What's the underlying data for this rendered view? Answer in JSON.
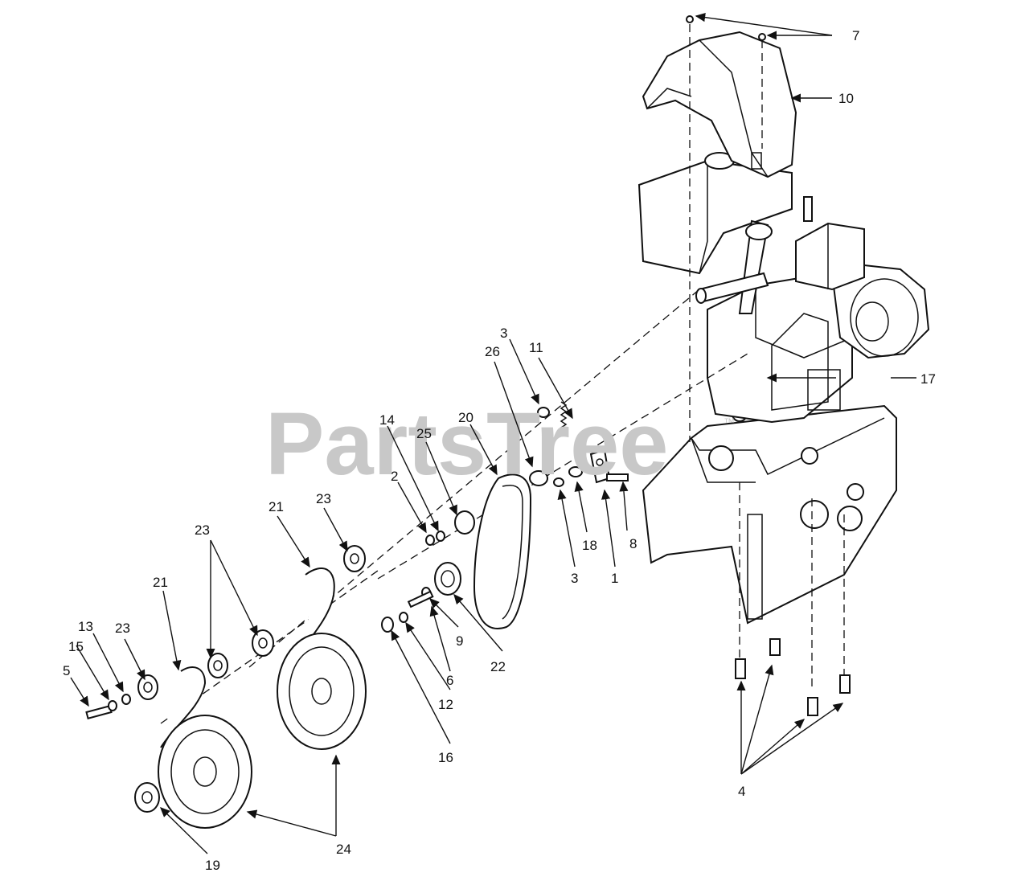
{
  "watermark": {
    "text": "PartsTree",
    "tm": "™"
  },
  "callouts": [
    {
      "n": "1"
    },
    {
      "n": "2"
    },
    {
      "n": "3"
    },
    {
      "n": "3"
    },
    {
      "n": "4"
    },
    {
      "n": "5"
    },
    {
      "n": "6"
    },
    {
      "n": "7"
    },
    {
      "n": "8"
    },
    {
      "n": "9"
    },
    {
      "n": "10"
    },
    {
      "n": "11"
    },
    {
      "n": "12"
    },
    {
      "n": "13"
    },
    {
      "n": "14"
    },
    {
      "n": "15"
    },
    {
      "n": "16"
    },
    {
      "n": "17"
    },
    {
      "n": "18"
    },
    {
      "n": "19"
    },
    {
      "n": "20"
    },
    {
      "n": "21"
    },
    {
      "n": "21"
    },
    {
      "n": "22"
    },
    {
      "n": "23"
    },
    {
      "n": "23"
    },
    {
      "n": "23"
    },
    {
      "n": "24"
    },
    {
      "n": "25"
    },
    {
      "n": "26"
    }
  ],
  "colors": {
    "line": "#111111",
    "watermark": "#c8c8c8",
    "background": "#ffffff"
  }
}
